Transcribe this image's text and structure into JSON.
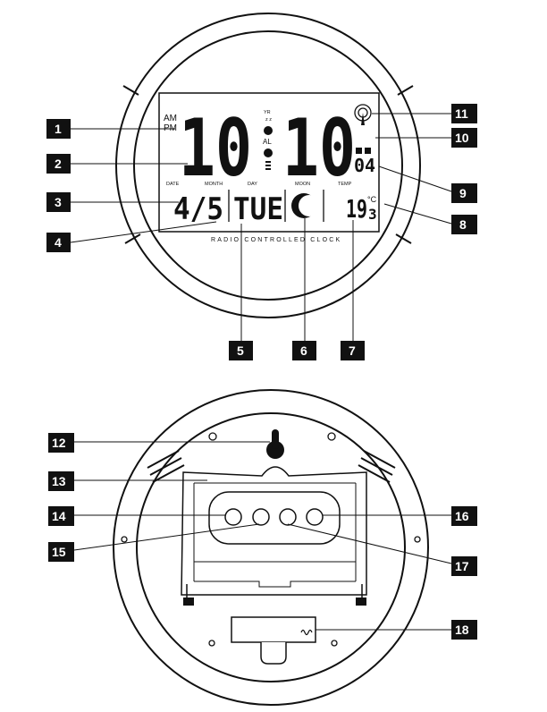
{
  "display": {
    "am": "AM",
    "pm": "PM",
    "hour": "10",
    "minute": "10",
    "yr": "YR",
    "zz": "z z",
    "al": "AL",
    "seconds": "04",
    "date_label": "DATE",
    "month_label": "MONTH",
    "day_label": "DAY",
    "moon_label": "MOON",
    "temp_label": "TEMP",
    "date_value": "4/5",
    "day_value": "TUE",
    "temp_value": "19",
    "temp_unit": "°C",
    "temp_decimal": "3",
    "footer": "RADIO CONTROLLED CLOCK"
  },
  "callouts": {
    "c1": "1",
    "c2": "2",
    "c3": "3",
    "c4": "4",
    "c5": "5",
    "c6": "6",
    "c7": "7",
    "c8": "8",
    "c9": "9",
    "c10": "10",
    "c11": "11",
    "c12": "12",
    "c13": "13",
    "c14": "14",
    "c15": "15",
    "c16": "16",
    "c17": "17",
    "c18": "18"
  }
}
